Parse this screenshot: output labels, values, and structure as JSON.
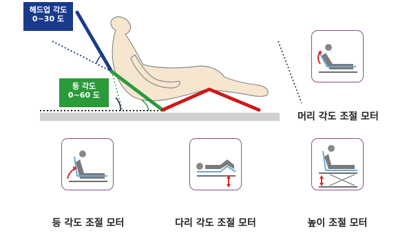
{
  "angle_tags": {
    "head_line1": "헤드업 각도",
    "head_line2": "0~30 도",
    "back_line1": "등 각도",
    "back_line2": "0~60 도"
  },
  "motors": [
    {
      "label": "머리 각도 조절 모터"
    },
    {
      "label": "등 각도 조절 모터"
    },
    {
      "label": "다리 각도 조절 모터"
    },
    {
      "label": "높이 조절 모터"
    }
  ],
  "colors": {
    "head_segment": "#1a3a8c",
    "back_segment": "#2a9a3a",
    "leg_segment": "#cc1a1a",
    "icon_border": "#8a4a8a",
    "arrow": "#dd2222",
    "bed_base": "#d0d0d0"
  },
  "icons": [
    "head-tilt-icon",
    "back-tilt-icon",
    "leg-tilt-icon",
    "height-lift-icon"
  ]
}
